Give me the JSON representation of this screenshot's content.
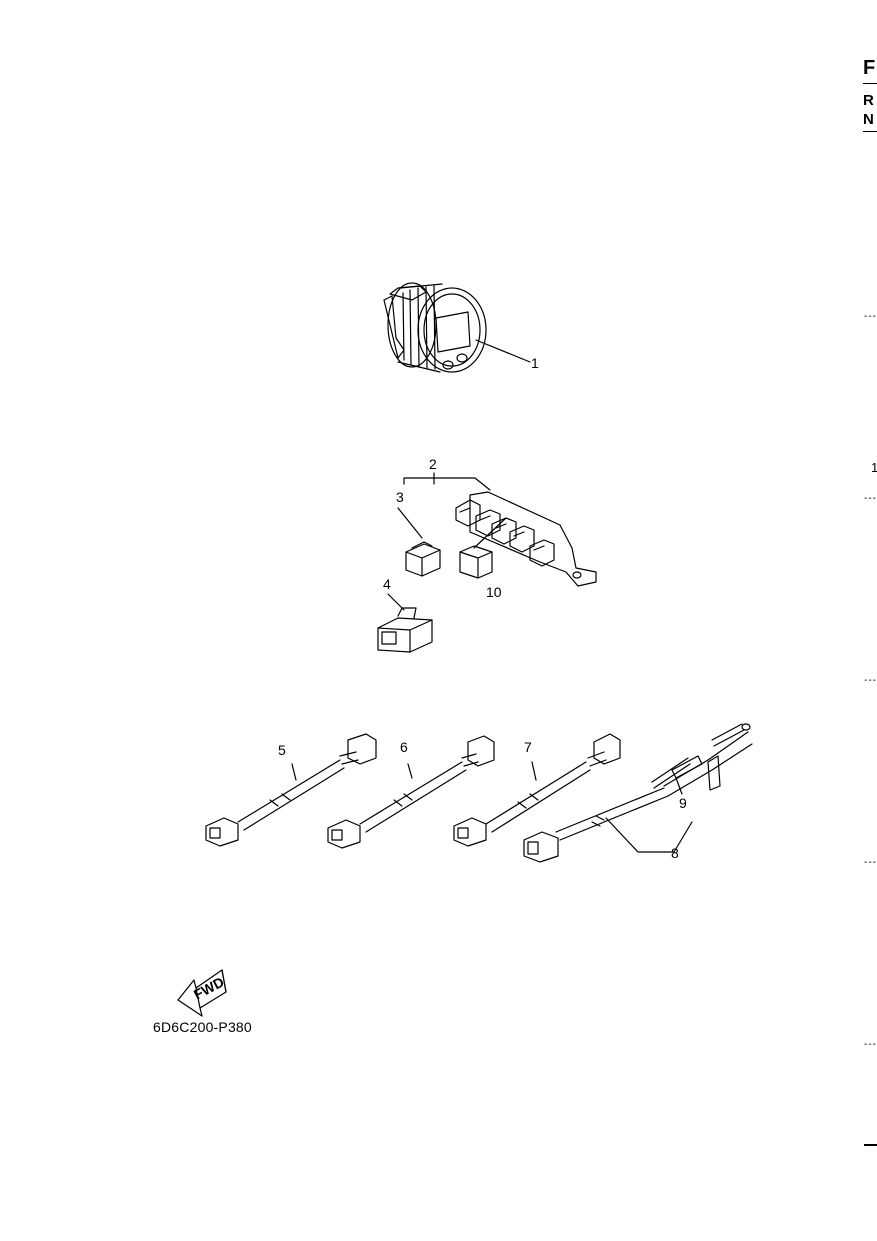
{
  "figure": {
    "code": "6D6C200-P380",
    "fwd_label": "FWD",
    "callouts": [
      "1",
      "2",
      "3",
      "4",
      "5",
      "6",
      "7",
      "8",
      "9",
      "10"
    ]
  },
  "edge": {
    "letters": [
      "F",
      "R",
      "N"
    ],
    "number": "1",
    "dash_marks": [
      "---",
      "---",
      "---",
      "---",
      "---"
    ]
  }
}
